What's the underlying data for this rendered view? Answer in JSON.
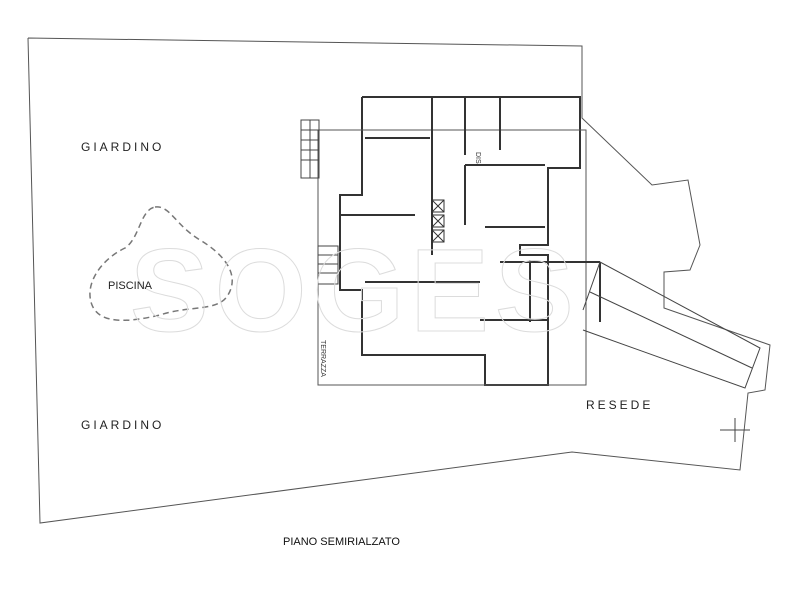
{
  "plan": {
    "labels": {
      "garden_top": "GIARDINO",
      "garden_bottom": "GIARDINO",
      "pool": "PISCINA",
      "terrace": "TERRAZZA",
      "hallway": "DIS.",
      "yard": "RESEDE"
    },
    "title": "PIANO SEMIRIALZATO",
    "watermark": "SOGES"
  }
}
